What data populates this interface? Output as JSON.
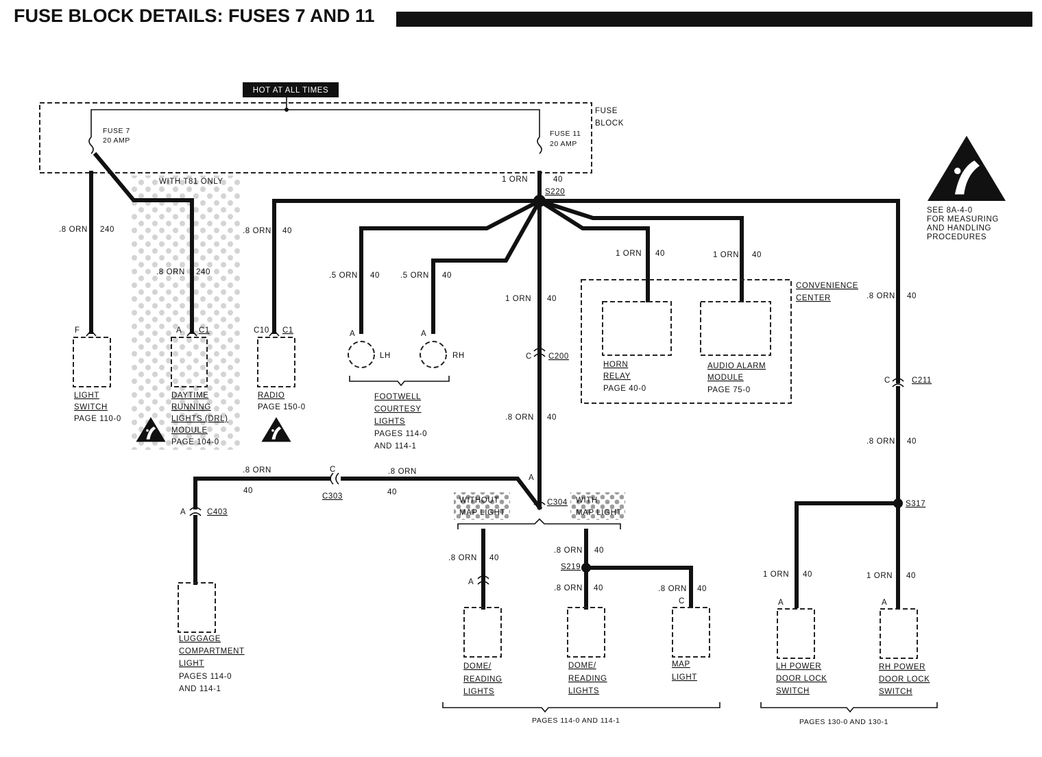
{
  "title": "FUSE BLOCK DETAILS: FUSES 7 AND 11",
  "hot_label": "HOT AT ALL TIMES",
  "fuse_block": {
    "label": [
      "FUSE",
      "BLOCK"
    ],
    "fuse7": [
      "FUSE 7",
      "20 AMP"
    ],
    "fuse11": [
      "FUSE 11",
      "20 AMP"
    ]
  },
  "esd_note": [
    "SEE 8A-4-0",
    "FOR MEASURING",
    "AND HANDLING",
    "PROCEDURES"
  ],
  "with_drl": "WITH T81 ONLY",
  "wires": {
    "w240a": [
      ".8 ORN",
      "240"
    ],
    "w240b": [
      ".8 ORN",
      "240"
    ],
    "w_radio": [
      ".8 ORN",
      "40"
    ],
    "w_s220": [
      "1 ORN",
      "40"
    ],
    "w_lh": [
      ".5 ORN",
      "40"
    ],
    "w_rh": [
      ".5 ORN",
      "40"
    ],
    "w_c200_top": [
      "1 ORN",
      "40"
    ],
    "w_c200_bot": [
      ".8 ORN",
      "40"
    ],
    "w_horn": [
      "1 ORN",
      "40"
    ],
    "w_audio": [
      "1 ORN",
      "40"
    ],
    "w_c211_top": [
      ".8 ORN",
      "40"
    ],
    "w_c211_bot": [
      ".8 ORN",
      "40"
    ],
    "w_lug_l": [
      ".8 ORN",
      "40"
    ],
    "w_lug_r": [
      ".8 ORN",
      "40"
    ],
    "w_dome1": [
      ".8 ORN",
      "40"
    ],
    "w_s219_top": [
      ".8 ORN",
      "40"
    ],
    "w_s219_bot": [
      ".8 ORN",
      "40"
    ],
    "w_map": [
      ".8 ORN",
      "40"
    ],
    "w_lhlock": [
      "1 ORN",
      "40"
    ],
    "w_rhlock": [
      "1 ORN",
      "40"
    ]
  },
  "splices": {
    "s220": "S220",
    "s219": "S219",
    "s317": "S317"
  },
  "connectors": {
    "c200": [
      "C",
      "C200"
    ],
    "c211": [
      "C",
      "C211"
    ],
    "c303": [
      "C",
      "C303"
    ],
    "c403": [
      "A",
      "C403"
    ],
    "c304": [
      "A",
      "C304"
    ],
    "light_switch_pin": "F",
    "drl_pin": [
      "A",
      "C1"
    ],
    "radio_pin": [
      "C10",
      "C1"
    ],
    "lh_pin": "A",
    "rh_pin": "A",
    "dome1_pin": "A",
    "map_pin": "C",
    "lhlock_pin": "A",
    "rhlock_pin": "A"
  },
  "components": {
    "light_switch": [
      "LIGHT",
      "SWITCH",
      "PAGE 110-0"
    ],
    "drl": [
      "DAYTIME",
      "RUNNING",
      "LIGHTS (DRL)",
      "MODULE",
      "PAGE 104-0"
    ],
    "radio": [
      "RADIO",
      "PAGE 150-0"
    ],
    "footwell": [
      "FOOTWELL",
      "COURTESY",
      "LIGHTS",
      "PAGES 114-0",
      "AND 114-1"
    ],
    "lh": "LH",
    "rh": "RH",
    "convenience": [
      "CONVENIENCE",
      "CENTER"
    ],
    "horn": [
      "HORN",
      "RELAY",
      "PAGE 40-0"
    ],
    "audio": [
      "AUDIO ALARM",
      "MODULE",
      "PAGE 75-0"
    ],
    "luggage": [
      "LUGGAGE",
      "COMPARTMENT",
      "LIGHT",
      "PAGES 114-0",
      "AND 114-1"
    ],
    "without_map": [
      "WITHOUT",
      "MAP LIGHT"
    ],
    "with_map": [
      "WITH",
      "MAP LIGHT"
    ],
    "dome1": [
      "DOME/",
      "READING",
      "LIGHTS"
    ],
    "dome2": [
      "DOME/",
      "READING",
      "LIGHTS"
    ],
    "map": [
      "MAP",
      "LIGHT"
    ],
    "lh_lock": [
      "LH POWER",
      "DOOR LOCK",
      "SWITCH"
    ],
    "rh_lock": [
      "RH POWER",
      "DOOR LOCK",
      "SWITCH"
    ]
  },
  "page_refs": {
    "dome": "PAGES 114-0 AND 114-1",
    "locks": "PAGES 130-0 AND 130-1"
  },
  "colors": {
    "ink": "#111111",
    "shade": "#9a9a9a",
    "paper": "#ffffff"
  }
}
